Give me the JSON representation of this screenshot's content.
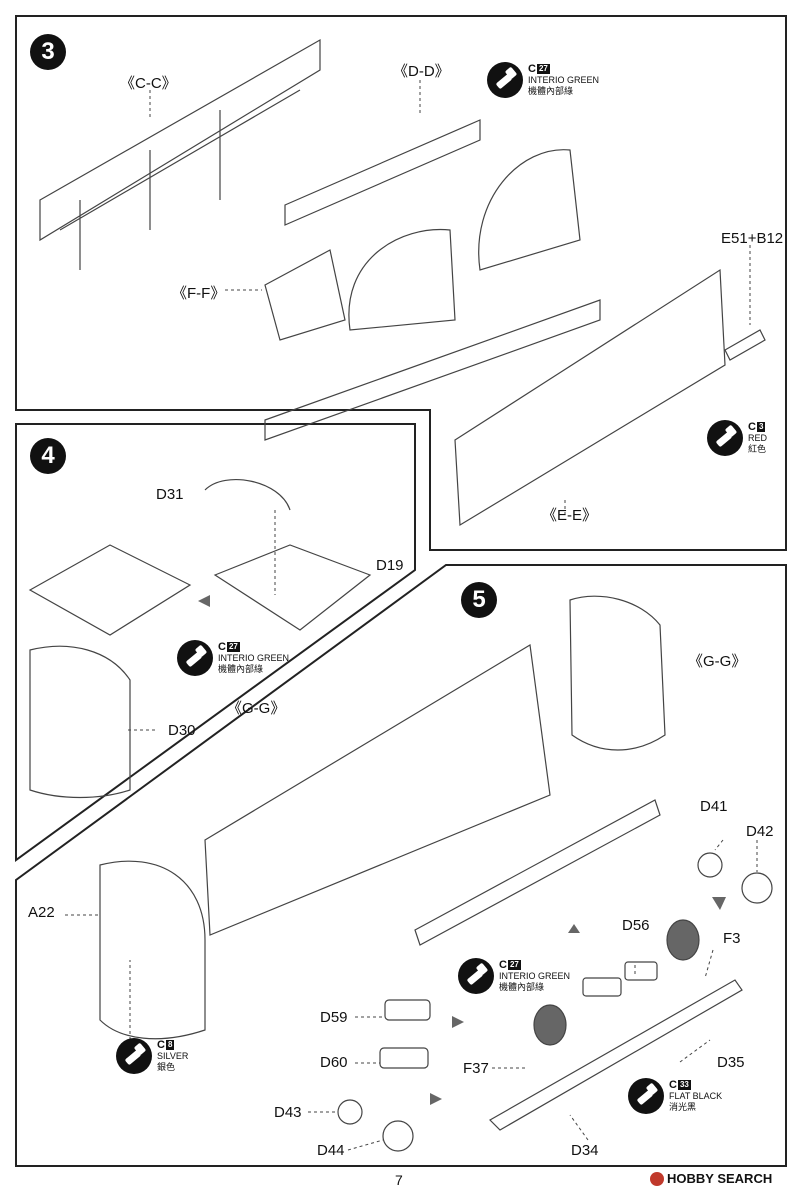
{
  "step3": {
    "number": "3",
    "labels": {
      "cc": "《C-C》",
      "dd": "《D-D》",
      "ff": "《F-F》",
      "ee": "《E-E》",
      "e51b12": "E51+B12"
    },
    "paint_green": {
      "prefix": "C",
      "num": "27",
      "name": "INTERIO GREEN",
      "cn": "機體內部綠"
    },
    "paint_red": {
      "prefix": "C",
      "num": "3",
      "name": "RED",
      "cn": "紅色"
    }
  },
  "step4": {
    "number": "4",
    "labels": {
      "d31": "D31",
      "d19": "D19",
      "d30": "D30",
      "gg": "《G-G》"
    },
    "paint_green": {
      "prefix": "C",
      "num": "27",
      "name": "INTERIO GREEN",
      "cn": "機體內部綠"
    }
  },
  "step5": {
    "number": "5",
    "labels": {
      "gg": "《G-G》",
      "a22": "A22",
      "d41": "D41",
      "d42": "D42",
      "d56": "D56",
      "f3": "F3",
      "d59": "D59",
      "d60": "D60",
      "f37": "F37",
      "d35": "D35",
      "d43": "D43",
      "d44": "D44",
      "d34": "D34"
    },
    "paint_green": {
      "prefix": "C",
      "num": "27",
      "name": "INTERIO GREEN",
      "cn": "機體內部綠"
    },
    "paint_silver": {
      "prefix": "C",
      "num": "8",
      "name": "SILVER",
      "cn": "銀色"
    },
    "paint_black": {
      "prefix": "C",
      "num": "33",
      "name": "FLAT BLACK",
      "cn": "消光黑"
    }
  },
  "footer": {
    "page": "7",
    "logo": "HOBBY SEARCH"
  }
}
